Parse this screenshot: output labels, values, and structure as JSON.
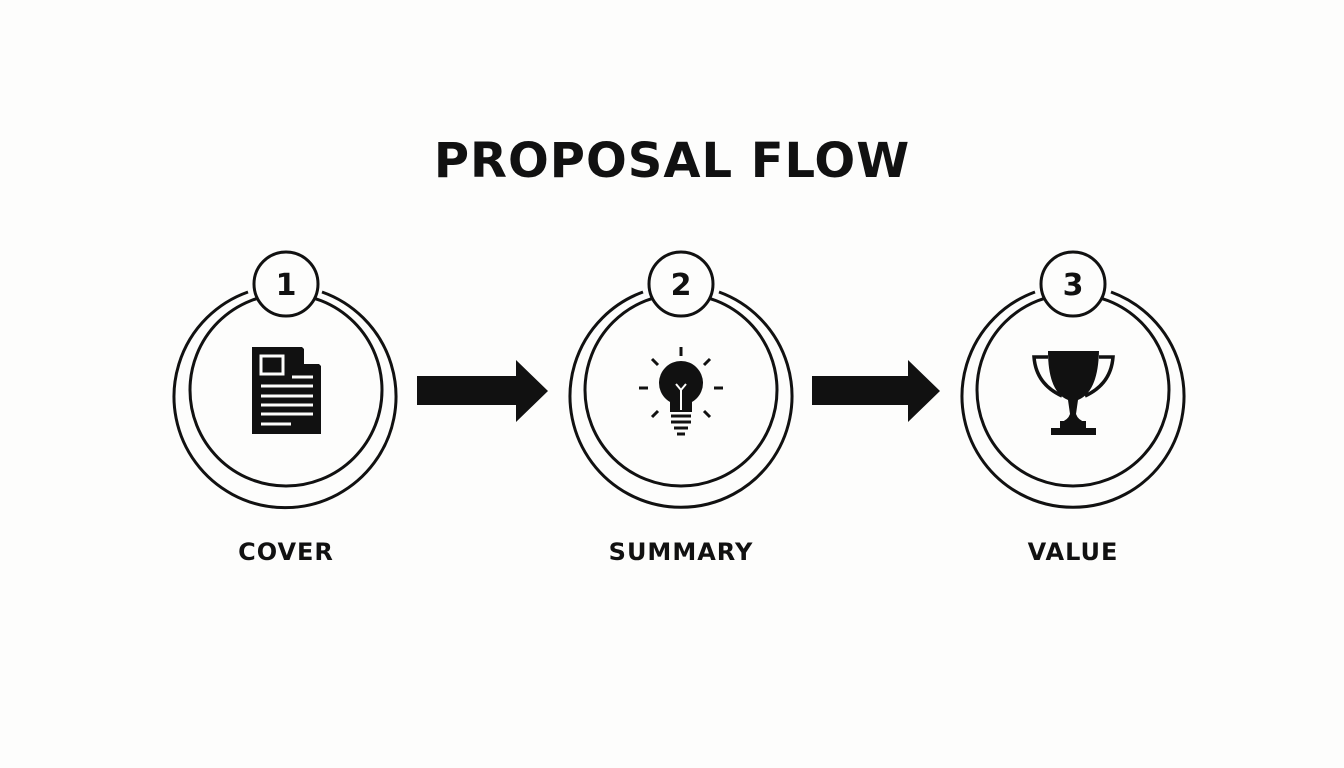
{
  "title": "PROPOSAL FLOW",
  "colors": {
    "ink": "#111111",
    "background": "#fdfdfc"
  },
  "steps": [
    {
      "number": "1",
      "label": "COVER",
      "icon": "document-icon"
    },
    {
      "number": "2",
      "label": "SUMMARY",
      "icon": "lightbulb-icon"
    },
    {
      "number": "3",
      "label": "VALUE",
      "icon": "trophy-icon"
    }
  ]
}
